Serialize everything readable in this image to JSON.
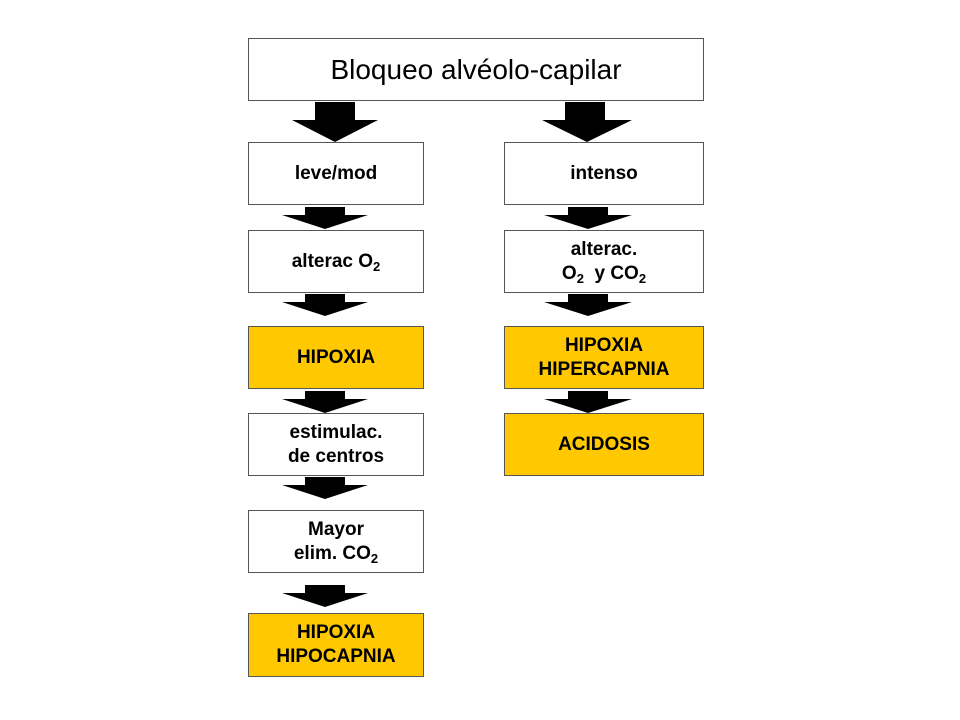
{
  "title": "Bloqueo alvéolo-capilar",
  "left_column": {
    "severity": "leve/mod",
    "alteration": {
      "text": "alterac O",
      "sub": "2"
    },
    "result1": "HIPOXIA",
    "stimulation": [
      "estimulac.",
      "de centros"
    ],
    "elimination": {
      "line1": "Mayor",
      "line2": "elim. CO",
      "sub": "2"
    },
    "result2": [
      "HIPOXIA",
      "HIPOCAPNIA"
    ]
  },
  "right_column": {
    "severity": "intenso",
    "alteration": {
      "line1": "alterac.",
      "o": "O",
      "o_sub": "2",
      "mid": "y CO",
      "co_sub": "2"
    },
    "result1": [
      "HIPOXIA",
      "HIPERCAPNIA"
    ],
    "result2": "ACIDOSIS"
  },
  "colors": {
    "highlight": "#FFC800",
    "border": "#555555",
    "arrow": "#000000"
  }
}
